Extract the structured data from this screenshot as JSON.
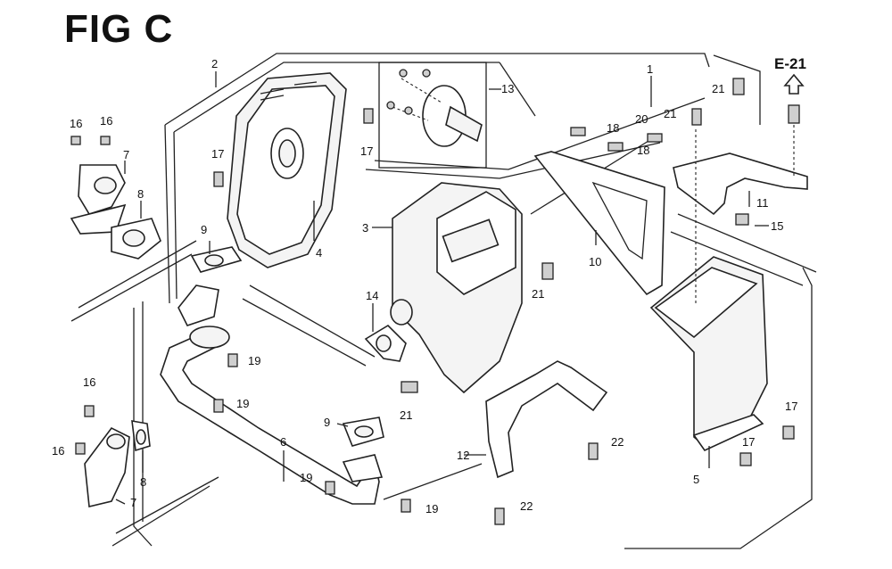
{
  "figure": {
    "title": "FIG C",
    "reference": "E-21"
  },
  "callouts": [
    {
      "id": "c1",
      "label": "1"
    },
    {
      "id": "c2",
      "label": "2"
    },
    {
      "id": "c3",
      "label": "3"
    },
    {
      "id": "c4",
      "label": "4"
    },
    {
      "id": "c5",
      "label": "5"
    },
    {
      "id": "c6",
      "label": "6"
    },
    {
      "id": "c7a",
      "label": "7"
    },
    {
      "id": "c7b",
      "label": "7"
    },
    {
      "id": "c8a",
      "label": "8"
    },
    {
      "id": "c8b",
      "label": "8"
    },
    {
      "id": "c9a",
      "label": "9"
    },
    {
      "id": "c9b",
      "label": "9"
    },
    {
      "id": "c10",
      "label": "10"
    },
    {
      "id": "c11",
      "label": "11"
    },
    {
      "id": "c12",
      "label": "12"
    },
    {
      "id": "c13",
      "label": "13"
    },
    {
      "id": "c14",
      "label": "14"
    },
    {
      "id": "c15",
      "label": "15"
    },
    {
      "id": "c16a",
      "label": "16"
    },
    {
      "id": "c16b",
      "label": "16"
    },
    {
      "id": "c16c",
      "label": "16"
    },
    {
      "id": "c16d",
      "label": "16"
    },
    {
      "id": "c17a",
      "label": "17"
    },
    {
      "id": "c17b",
      "label": "17"
    },
    {
      "id": "c17c",
      "label": "17"
    },
    {
      "id": "c17d",
      "label": "17"
    },
    {
      "id": "c18a",
      "label": "18"
    },
    {
      "id": "c18b",
      "label": "18"
    },
    {
      "id": "c19a",
      "label": "19"
    },
    {
      "id": "c19b",
      "label": "19"
    },
    {
      "id": "c19c",
      "label": "19"
    },
    {
      "id": "c19d",
      "label": "19"
    },
    {
      "id": "c20",
      "label": "20"
    },
    {
      "id": "c21a",
      "label": "21"
    },
    {
      "id": "c21b",
      "label": "21"
    },
    {
      "id": "c21c",
      "label": "21"
    },
    {
      "id": "c21d",
      "label": "21"
    },
    {
      "id": "c22a",
      "label": "22"
    },
    {
      "id": "c22b",
      "label": "22"
    }
  ]
}
